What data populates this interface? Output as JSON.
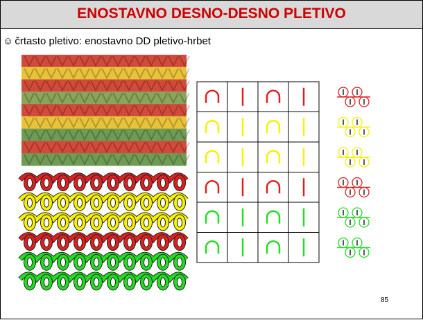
{
  "title": "ENOSTAVNO DESNO-DESNO PLETIVO",
  "subtitle": {
    "bullet": "☺",
    "text": "črtasto pletivo: enostavno DD pletivo-hrbet"
  },
  "page_number": "85",
  "stripe_colors": [
    "#e02020",
    "#f7f000",
    "#f7f000",
    "#e02020",
    "#22dd22",
    "#22dd22"
  ],
  "photo_stripe_colors": [
    "#d24a3a",
    "#e8c33a",
    "#d24a3a",
    "#8aa55a",
    "#d24a3a",
    "#e8c33a",
    "#6f9b55",
    "#d24a3a",
    "#6f9b55"
  ]
}
